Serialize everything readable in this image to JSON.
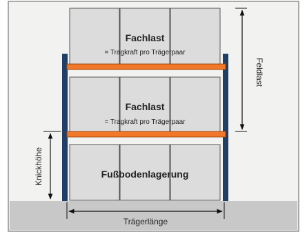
{
  "labels": {
    "fachlast_top": "Fachlast",
    "tragkraft_top": "= Tragkraft pro Trägerpaar",
    "fachlast_middle": "Fachlast",
    "tragkraft_middle": "= Tragkraft pro Trägerpaar",
    "bodenlagerung": "Fußbodenlagerung",
    "feldlast": "Feldlast",
    "knickhoehe": "Knickhöhe",
    "traegerlaenge": "Trägerlänge"
  },
  "colors": {
    "background": "#f2f2f0",
    "frame": "#777777",
    "floor": "#c8c8c8",
    "box_fill": "#dcdcdc",
    "box_stroke": "#555555",
    "upright": "#1f3f66",
    "beam": "#f07828",
    "beam_stroke": "#a04a10",
    "text": "#222222"
  }
}
